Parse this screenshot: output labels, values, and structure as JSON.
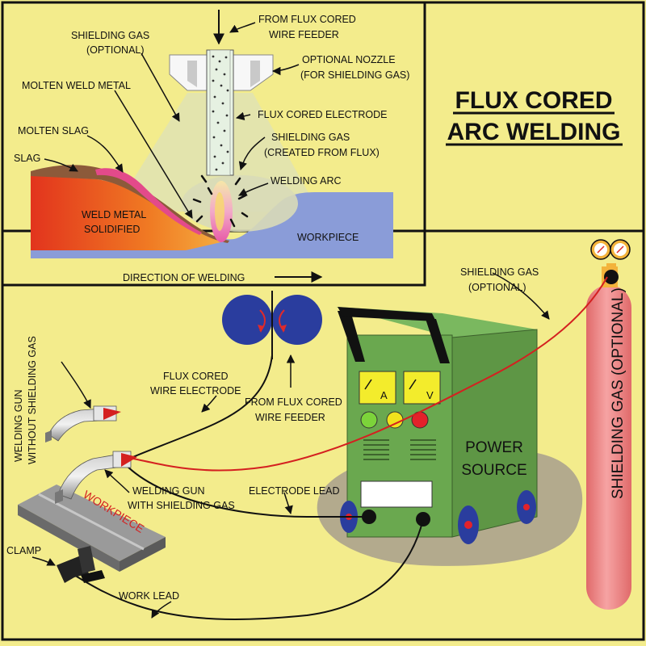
{
  "title": {
    "line1": "FLUX CORED",
    "line2": "ARC WELDING"
  },
  "detail_labels": {
    "from_feeder_1": "FROM FLUX CORED",
    "from_feeder_2": "WIRE FEEDER",
    "shielding_gas_opt_1": "SHIELDING GAS",
    "shielding_gas_opt_2": "(OPTIONAL)",
    "optional_nozzle_1": "OPTIONAL NOZZLE",
    "optional_nozzle_2": "(FOR SHIELDING GAS)",
    "molten_weld_metal": "MOLTEN WELD METAL",
    "flux_cored_electrode": "FLUX CORED ELECTRODE",
    "molten_slag": "MOLTEN SLAG",
    "shielding_gas_flux_1": "SHIELDING GAS",
    "shielding_gas_flux_2": "(CREATED FROM FLUX)",
    "slag": "SLAG",
    "welding_arc": "WELDING ARC",
    "weld_metal_1": "WELD METAL",
    "weld_metal_2": "SOLIDIFIED",
    "workpiece": "WORKPIECE",
    "direction": "DIRECTION OF WELDING"
  },
  "setup_labels": {
    "gun_without_1": "WELDING GUN",
    "gun_without_2": "WITHOUT SHIELDING GAS",
    "wire_electrode_1": "FLUX CORED",
    "wire_electrode_2": "WIRE ELECTRODE",
    "from_feeder_1": "FROM FLUX CORED",
    "from_feeder_2": "WIRE FEEDER",
    "shielding_gas_1": "SHIELDING GAS",
    "shielding_gas_2": "(OPTIONAL)",
    "cylinder_label": "SHIELDING GAS (OPTIONAL)",
    "gun_with_1": "WELDING GUN",
    "gun_with_2": "WITH SHIELDING GAS",
    "electrode_lead": "ELECTRODE LEAD",
    "power_source_1": "POWER",
    "power_source_2": "SOURCE",
    "ammeter": "A",
    "voltmeter": "V",
    "workpiece": "WORKPIECE",
    "clamp": "CLAMP",
    "work_lead": "WORK LEAD"
  },
  "colors": {
    "background": "#f3ec8c",
    "machine_green": "#6aa84f",
    "workpiece_blue": "#8a9cd8",
    "cylinder_red": "#ef8585",
    "roller_blue": "#2a3d9e",
    "gas_lead_red": "#d42020"
  }
}
